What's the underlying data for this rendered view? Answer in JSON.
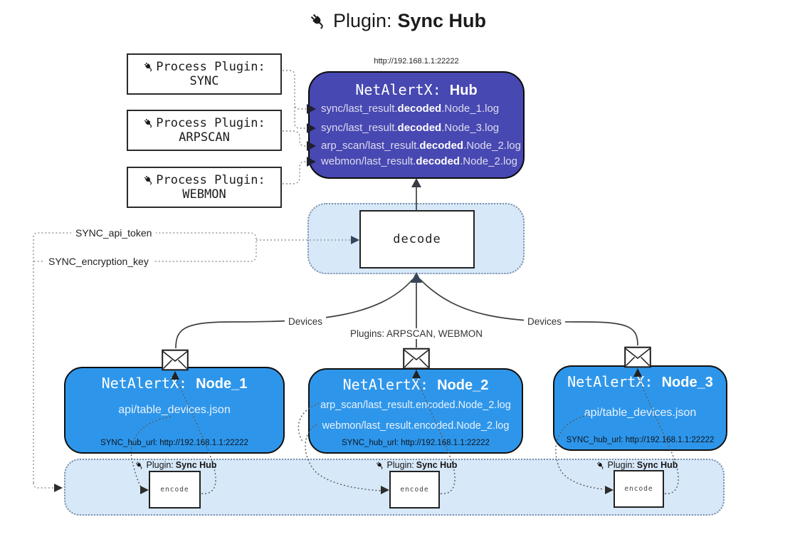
{
  "title": {
    "prefix": "Plugin: ",
    "name": "Sync Hub"
  },
  "process_plugins": {
    "heading": "Process Plugin:",
    "items": [
      {
        "name": "SYNC"
      },
      {
        "name": "ARPSCAN"
      },
      {
        "name": "WEBMON"
      }
    ]
  },
  "hub": {
    "url": "http://192.168.1.1:22222",
    "title_prefix": "NetAlertX: ",
    "title_name": "Hub",
    "logs": [
      {
        "pre": "sync/last_result.",
        "bold": "decoded",
        "post": ".Node_1.log"
      },
      {
        "pre": "sync/last_result.",
        "bold": "decoded",
        "post": ".Node_3.log"
      },
      {
        "pre": "arp_scan/last_result.",
        "bold": "decoded",
        "post": ".Node_2.log"
      },
      {
        "pre": "webmon/last_result.",
        "bold": "decoded",
        "post": ".Node_2.log"
      }
    ]
  },
  "decode": {
    "label": "decode"
  },
  "keys": {
    "api_token": "SYNC_api_token",
    "encryption_key": "SYNC_encryption_key"
  },
  "edges": {
    "devices_left": "Devices",
    "devices_right": "Devices",
    "plugins_mid": "Plugins: ARPSCAN, WEBMON"
  },
  "nodes": [
    {
      "title_prefix": "NetAlertX: ",
      "title_name": "Node_1",
      "files": [
        "api/table_devices.json"
      ],
      "hub_url": "SYNC_hub_url: http://192.168.1.1:22222"
    },
    {
      "title_prefix": "NetAlertX: ",
      "title_name": "Node_2",
      "files": [
        "arp_scan/last_result.encoded.Node_2.log",
        "webmon/last_result.encoded.Node_2.log"
      ],
      "hub_url": "SYNC_hub_url: http://192.168.1.1:22222"
    },
    {
      "title_prefix": "NetAlertX: ",
      "title_name": "Node_3",
      "files": [
        "api/table_devices.json"
      ],
      "hub_url": "SYNC_hub_url: http://192.168.1.1:22222"
    }
  ],
  "encode": {
    "label": "encode",
    "plugin_prefix": "Plugin: ",
    "plugin_name": "Sync Hub"
  },
  "colors": {
    "hub_fill": "#4848B2",
    "node_fill": "#2E96EA",
    "container_fill": "#D7E8F8",
    "line": "#3F3F3F"
  }
}
